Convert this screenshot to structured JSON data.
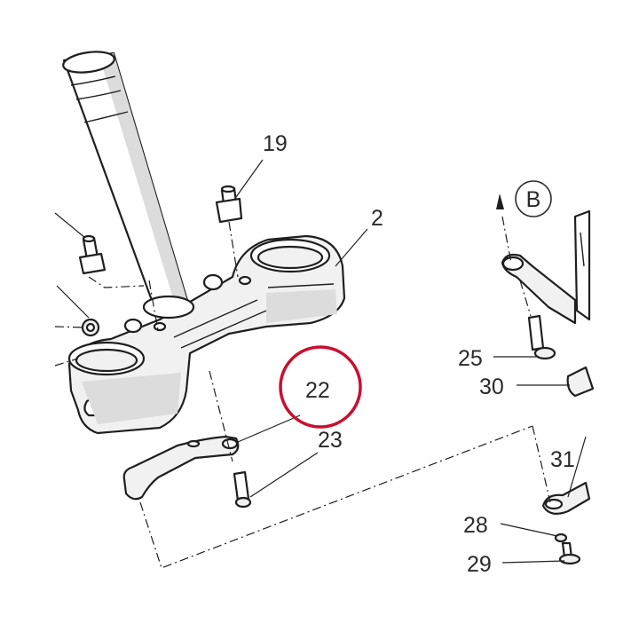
{
  "callouts": {
    "c19": "19",
    "c2": "2",
    "c22": "22",
    "c23": "23",
    "c25": "25",
    "c30": "30",
    "c31": "31",
    "c28": "28",
    "c29": "29"
  },
  "view_marker": "B",
  "highlight_color": "#c8102e"
}
